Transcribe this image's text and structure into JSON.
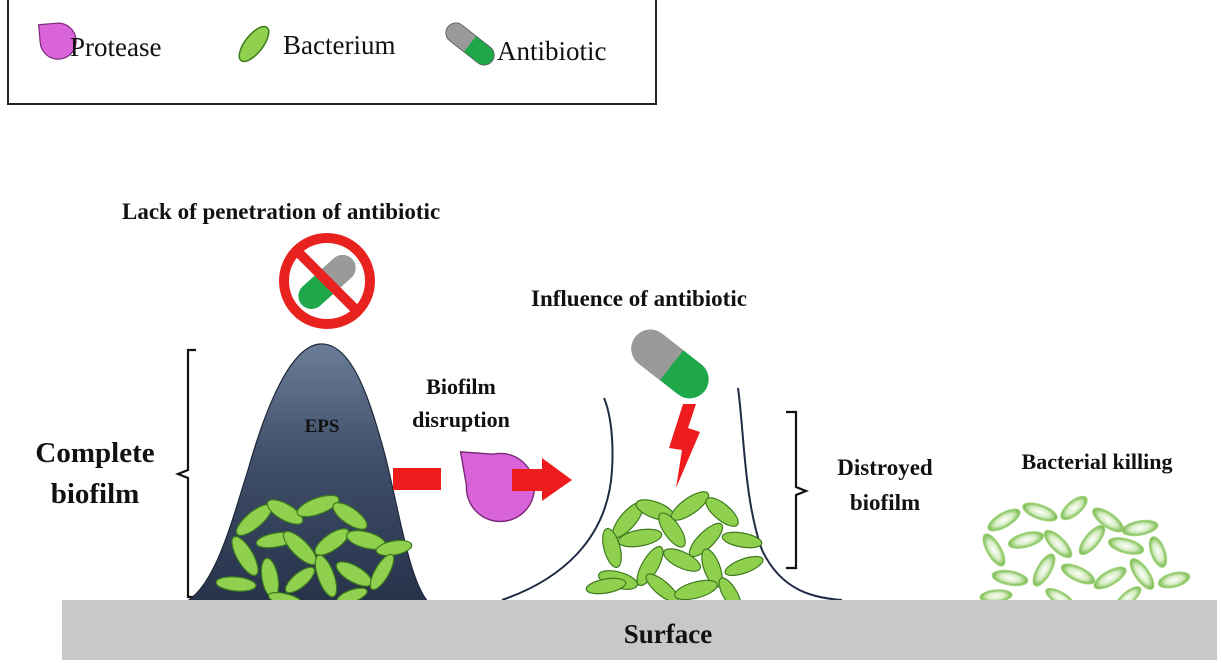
{
  "legend": {
    "protease_label": "Protease",
    "bacterium_label": "Bacterium",
    "antibiotic_label": "Antibiotic"
  },
  "labels": {
    "lack_of_penetration": "Lack of penetration of antibiotic",
    "complete_biofilm_line1": "Complete",
    "complete_biofilm_line2": "biofilm",
    "eps": "EPS",
    "biofilm_disruption_line1": "Biofilm",
    "biofilm_disruption_line2": "disruption",
    "influence_of_antibiotic": "Influence of antibiotic",
    "destroyed_biofilm_line1": "Distroyed",
    "destroyed_biofilm_line2": "biofilm",
    "bacterial_killing": "Bacterial killing",
    "surface": "Surface"
  },
  "colors": {
    "protease": "#d963d9",
    "bacterium": "#8fd14f",
    "bacterium_stroke": "#3e7a1e",
    "antibiotic_grey": "#9a9a9a",
    "antibiotic_green": "#1fa84a",
    "eps_dark": "#2f3d55",
    "eps_light": "#5b6e8a",
    "arrow_red": "#ee1c1c",
    "prohibit_red": "#e8231f",
    "surface": "#c8c8c8"
  },
  "icons": {
    "protease": "protease-pacman-icon",
    "bacterium": "bacterium-ellipse-icon",
    "antibiotic": "antibiotic-capsule-icon",
    "prohibited": "no-entry-sign-icon",
    "lightning": "lightning-bolt-icon"
  }
}
